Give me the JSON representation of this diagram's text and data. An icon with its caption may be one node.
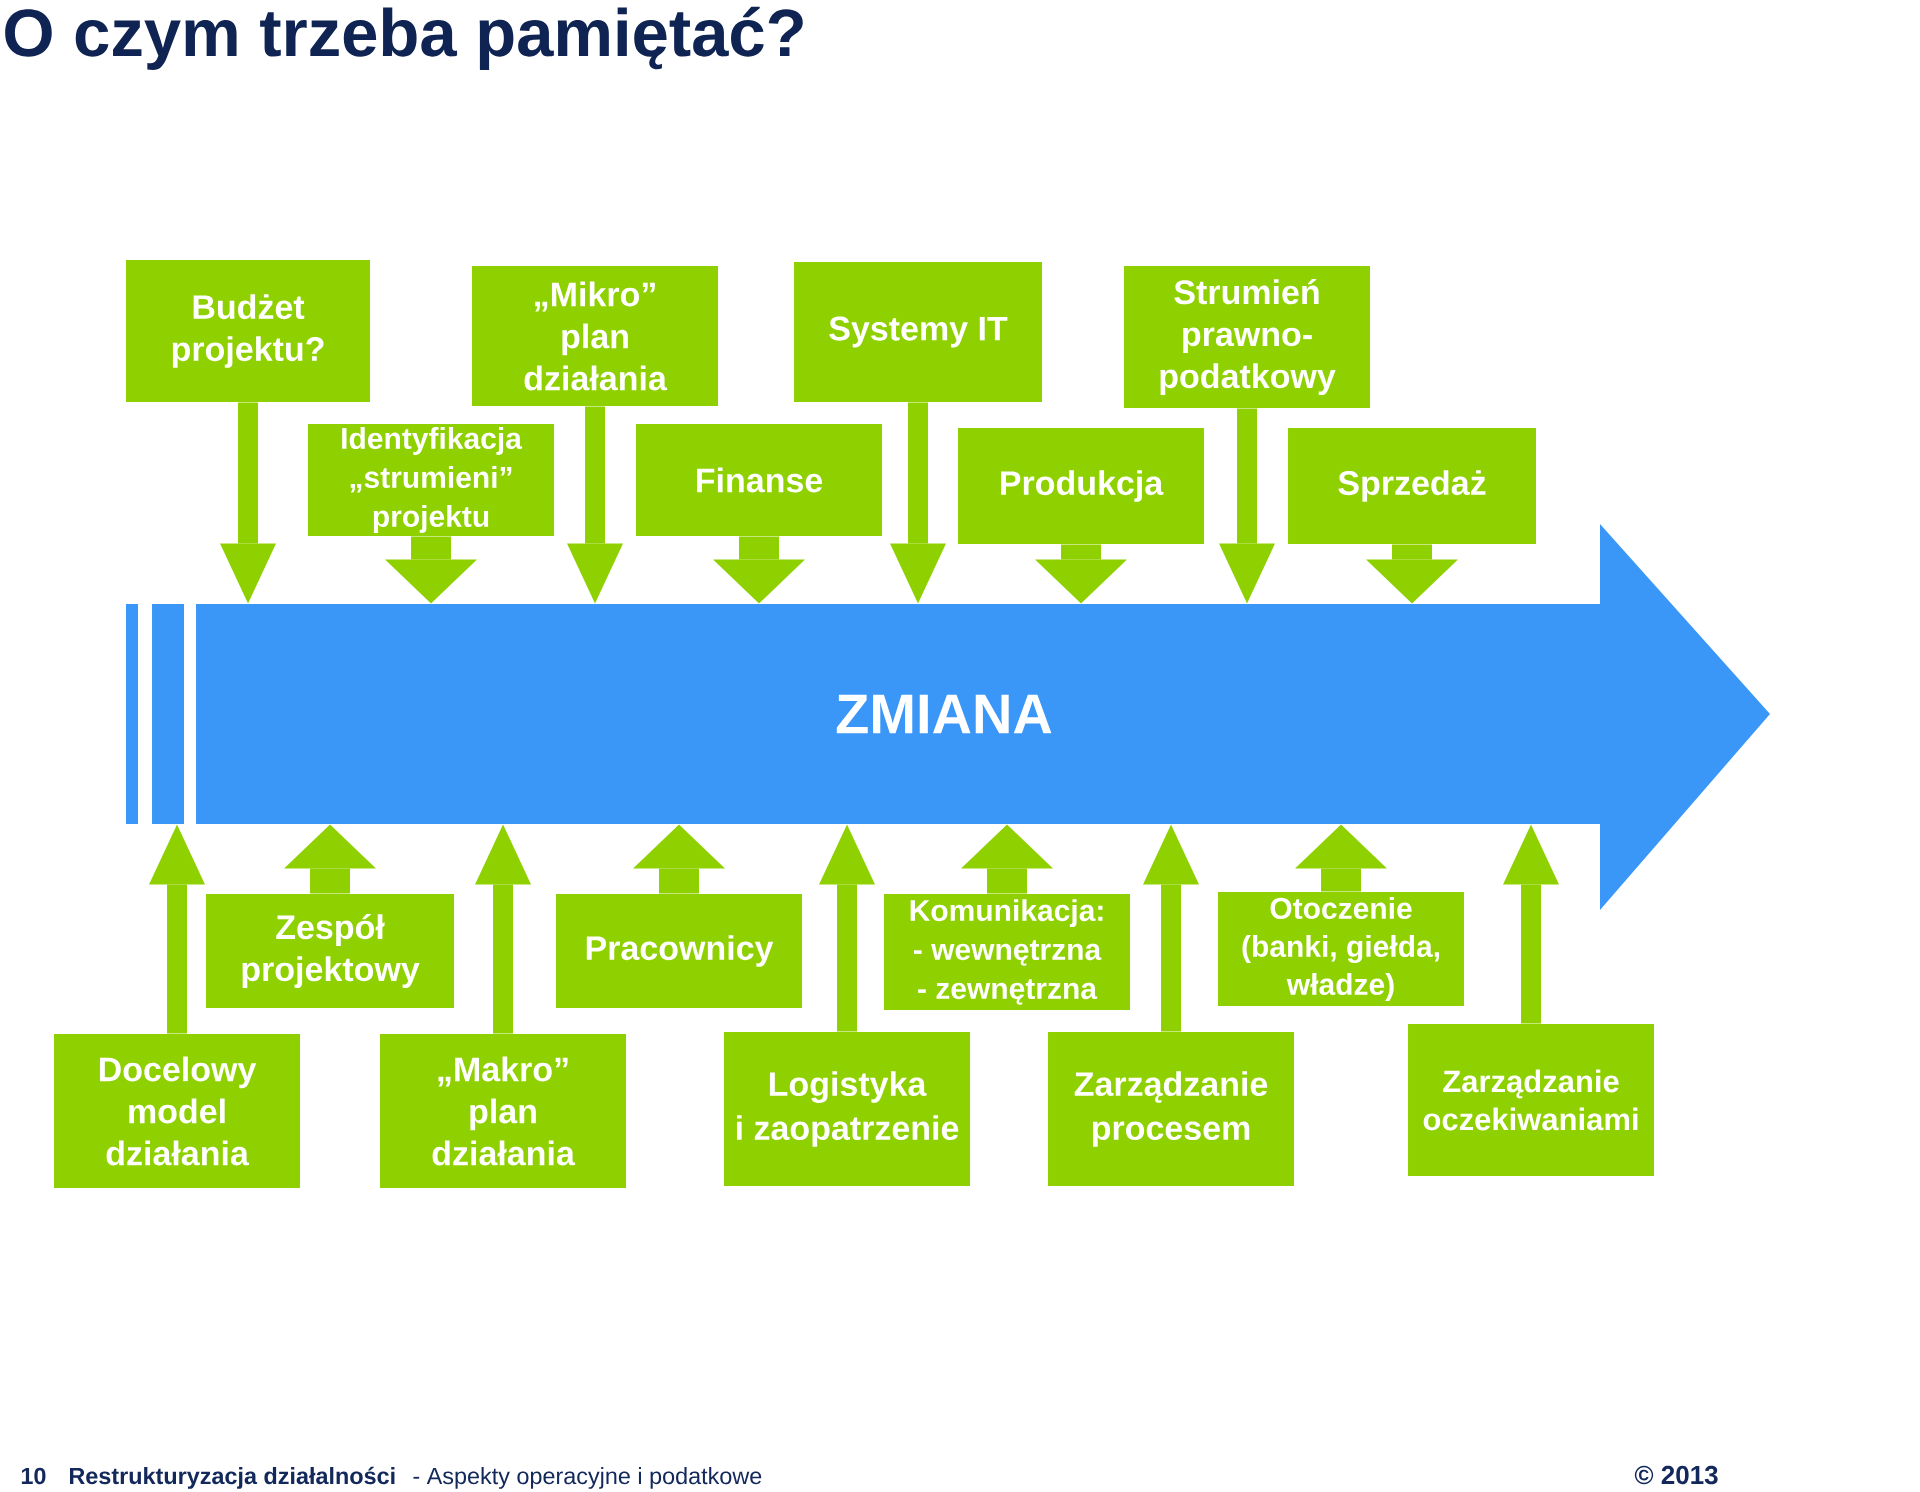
{
  "diagram": {
    "title": "O czym trzeba pamiętać?",
    "nodes": [
      {
        "text": [
          "Budżet projektu?"
        ]
      },
      {
        "text": [
          "„Mikro” plan działania"
        ]
      },
      {
        "text": [
          "Systemy IT"
        ]
      },
      {
        "text": [
          "Strumień prawno-podatkowy"
        ]
      },
      {
        "text": [
          "Identyfikacja „strumieni” projektu"
        ]
      },
      {
        "text": [
          "Finanse"
        ]
      },
      {
        "text": [
          "Produkcja"
        ]
      },
      {
        "text": [
          "Sprzedaż"
        ]
      },
      {
        "text": [
          "ZMIANA"
        ]
      },
      {
        "text": [
          "Zespół projektowy"
        ]
      },
      {
        "text": [
          "Pracownicy"
        ]
      },
      {
        "text": [
          "Komunikacja: - wewnętrzna - zewnętrzna"
        ]
      },
      {
        "text": [
          "Otoczenie (banki, giełda, władze)"
        ]
      },
      {
        "text": [
          "Docelowy model działania"
        ]
      },
      {
        "text": [
          "„Makro” plan działania"
        ]
      },
      {
        "text": [
          "Logistyka i zaopatrzenie"
        ]
      },
      {
        "text": [
          "Zarządzanie procesem"
        ]
      },
      {
        "text": [
          "Zarządzanie oczekiwaniami"
        ]
      }
    ],
    "edges": [
      {
        "from": 0,
        "to": 8,
        "arrow": "to"
      },
      {
        "from": 1,
        "to": 8,
        "arrow": "to"
      },
      {
        "from": 2,
        "to": 8,
        "arrow": "to"
      },
      {
        "from": 3,
        "to": 8,
        "arrow": "to"
      },
      {
        "from": 4,
        "to": 8,
        "arrow": "to",
        "style": "thick"
      },
      {
        "from": 5,
        "to": 8,
        "arrow": "to",
        "style": "thick"
      },
      {
        "from": 6,
        "to": 8,
        "arrow": "to",
        "style": "thick"
      },
      {
        "from": 7,
        "to": 8,
        "arrow": "to",
        "style": "thick"
      },
      {
        "from": 9,
        "to": 8,
        "arrow": "to",
        "style": "thick"
      },
      {
        "from": 10,
        "to": 8,
        "arrow": "to",
        "style": "thick"
      },
      {
        "from": 11,
        "to": 8,
        "arrow": "to",
        "style": "thick"
      },
      {
        "from": 12,
        "to": 8,
        "arrow": "to",
        "style": "thick"
      },
      {
        "from": 13,
        "to": 8,
        "arrow": "to"
      },
      {
        "from": 14,
        "to": 8,
        "arrow": "to"
      },
      {
        "from": 15,
        "to": 8,
        "arrow": "to"
      },
      {
        "from": 16,
        "to": 8,
        "arrow": "to"
      },
      {
        "from": 17,
        "to": 8,
        "arrow": "to"
      }
    ],
    "labels": [
      "10",
      "Restrukturyzacja działalności",
      "- Aspekty operacyjne i podatkowe",
      "© 2013"
    ]
  }
}
